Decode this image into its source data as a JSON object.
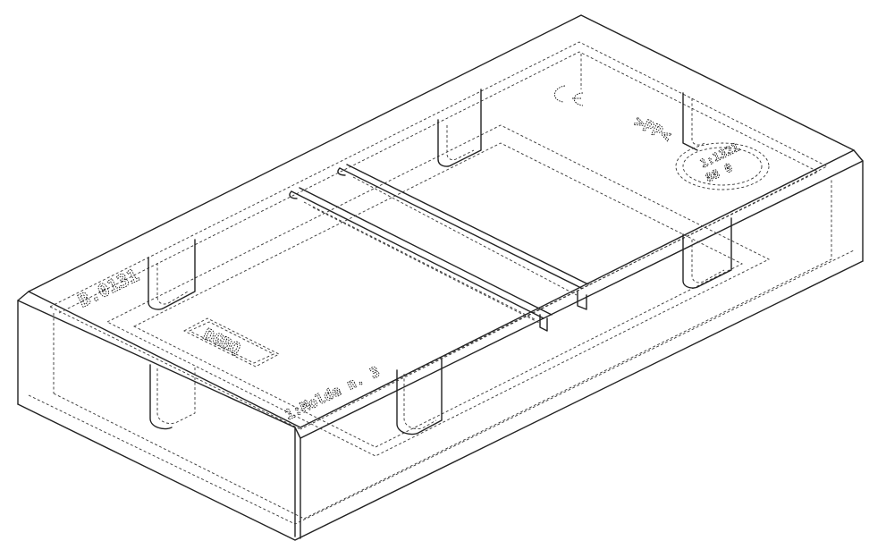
{
  "drawing": {
    "engravings": {
      "label_left": "B.0131",
      "label_front": "1:Molde n. 3",
      "label_back": ">PP<",
      "qr_text": "DGBQ",
      "stamp_line1": "1:1321",
      "stamp_line2": "88 0"
    }
  }
}
